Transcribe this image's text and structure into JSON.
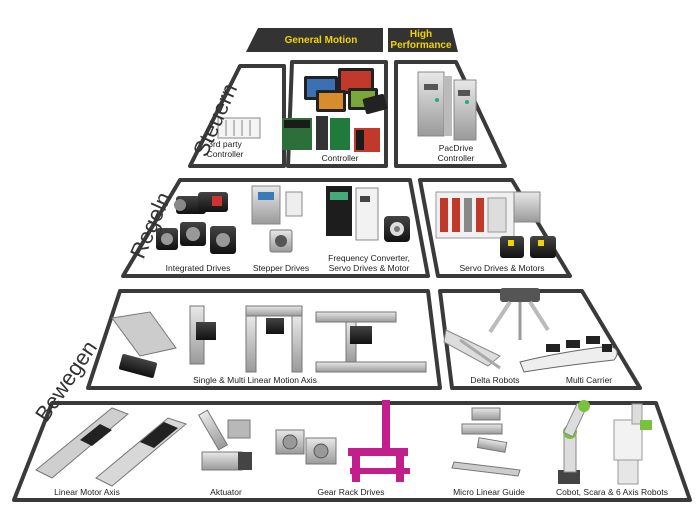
{
  "headers": {
    "general": "General Motion",
    "high": "High Performance"
  },
  "tiers": {
    "steuern": "Steuern",
    "regeln": "Regeln",
    "bewegen": "Bewegen"
  },
  "captions": {
    "third_party": "3rd party Controller",
    "controller": "Controller",
    "pacdrive": "PacDrive Controller",
    "integrated": "Integrated Drives",
    "stepper": "Stepper Drives",
    "freq": "Frequency Converter, Servo Drives & Motor",
    "servo": "Servo Drives & Motors",
    "linear_motion": "Single & Multi Linear Motion Axis",
    "delta": "Delta Robots",
    "multicarrier": "Multi Carrier",
    "linear_motor": "Linear Motor Axis",
    "actuator": "Aktuator",
    "gear_rack": "Gear Rack Drives",
    "micro": "Micro Linear Guide",
    "cobot": "Cobot, Scara & 6 Axis Robots"
  },
  "colors": {
    "frame": "#3a3a3a",
    "header_bg": "#333333",
    "header_text": "#f2d300",
    "cobot_green": "#7ac142",
    "gear_magenta": "#c21e8c"
  }
}
